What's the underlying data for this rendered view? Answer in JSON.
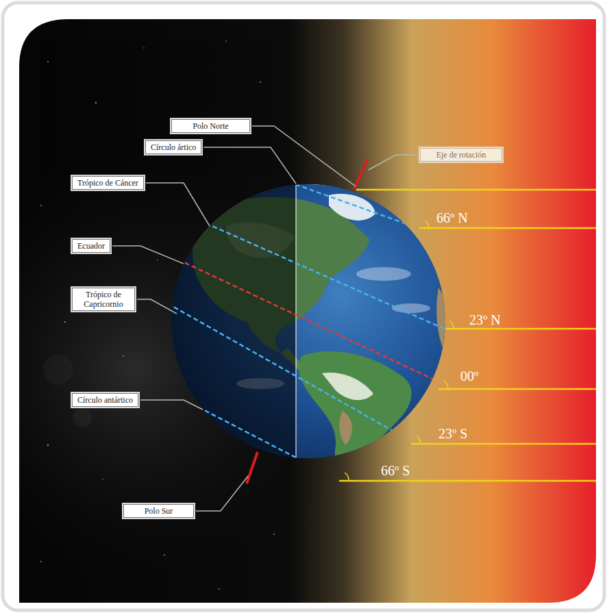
{
  "diagram": {
    "nodes": [
      {
        "text": [
          "Polo Norte"
        ]
      },
      {
        "text": [
          "Círculo ártico"
        ]
      },
      {
        "text": [
          "Eje de rotación"
        ]
      },
      {
        "text": [
          "Trópico de Cáncer"
        ]
      },
      {
        "text": [
          "Ecuador"
        ]
      },
      {
        "text": [
          "Trópico de Capricornio"
        ]
      },
      {
        "text": [
          "Círculo antártico"
        ]
      },
      {
        "text": [
          "Polo Sur"
        ]
      }
    ],
    "labels": [
      "66º N",
      "23º N",
      "00º",
      "23º S",
      "66º S"
    ]
  }
}
